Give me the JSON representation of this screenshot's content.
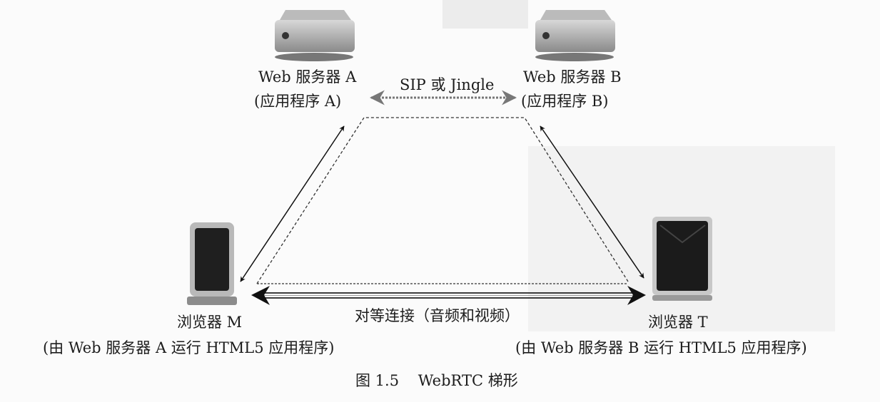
{
  "server_a": {
    "label": "Web 服务器 A",
    "app": "(应用程序 A)"
  },
  "server_b": {
    "label": "Web 服务器 B",
    "app": "(应用程序 B)"
  },
  "signaling": {
    "label": "SIP 或 Jingle"
  },
  "browser_m": {
    "label": "浏览器 M",
    "desc": "(由 Web 服务器 A 运行 HTML5 应用程序)"
  },
  "browser_t": {
    "label": "浏览器 T",
    "desc": "(由 Web 服务器 B 运行 HTML5 应用程序)"
  },
  "peer": {
    "label": "对等连接（音频和视频）"
  },
  "caption": "图 1.5    WebRTC 梯形"
}
